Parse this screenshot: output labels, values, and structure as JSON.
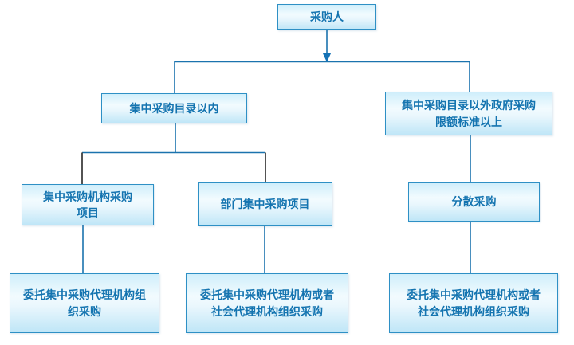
{
  "diagram": {
    "type": "flowchart",
    "background": "#ffffff",
    "colors": {
      "box_border": "#2e90c5",
      "box_fill_top": "#cfeefb",
      "box_fill_middle": "#f2fbfe",
      "box_fill_bottom": "#bfe6f7",
      "text": "#1474b0",
      "connector_blue": "#1b73ae",
      "connector_dark": "#404040",
      "arrowhead": "#1472b5"
    },
    "nodes": {
      "purchaser": {
        "label": "采购人"
      },
      "within_catalog": {
        "label": "集中采购目录以内"
      },
      "outside_catalog": {
        "label": "集中采购目录以外政府采购\n限额标准以上"
      },
      "central_agency": {
        "label": "集中采购机构采购\n项目"
      },
      "dept_central": {
        "label": "部门集中采购项目"
      },
      "decentralized": {
        "label": "分散采购"
      },
      "entrust_central": {
        "label": "委托集中采购代理机构组\n织采购"
      },
      "entrust_social_mid": {
        "label": "委托集中采购代理机构或者\n社会代理机构组织采购"
      },
      "entrust_social_right": {
        "label": "委托集中采购代理机构或者\n社会代理机构组织采购"
      }
    },
    "edges": [
      {
        "from": "purchaser",
        "to": "within_catalog",
        "style": "blue-arrow"
      },
      {
        "from": "purchaser",
        "to": "outside_catalog",
        "style": "blue-arrow"
      },
      {
        "from": "within_catalog",
        "to": "central_agency",
        "style": "dark-drop"
      },
      {
        "from": "within_catalog",
        "to": "dept_central",
        "style": "dark-drop"
      },
      {
        "from": "outside_catalog",
        "to": "decentralized",
        "style": "blue-line"
      },
      {
        "from": "central_agency",
        "to": "entrust_central",
        "style": "blue-line"
      },
      {
        "from": "dept_central",
        "to": "entrust_social_mid",
        "style": "blue-line"
      },
      {
        "from": "decentralized",
        "to": "entrust_social_right",
        "style": "blue-line"
      }
    ]
  }
}
